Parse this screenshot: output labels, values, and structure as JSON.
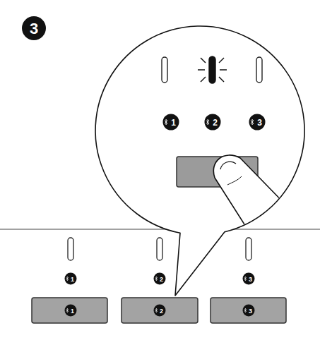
{
  "diagram": {
    "labels": [
      "3",
      "1",
      "2",
      "3",
      "1",
      "2",
      "3",
      "1",
      "2",
      "3"
    ]
  }
}
